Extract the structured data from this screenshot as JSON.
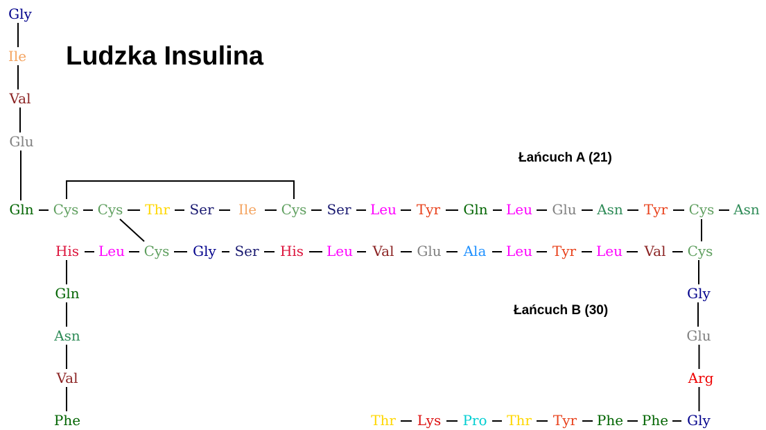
{
  "title": "Ludzka Insulina",
  "chain_a_label": "Łańcuch A (21)",
  "chain_b_label": "Łańcuch B (30)",
  "colors": {
    "Gly": "#00008b",
    "Ile": "#f4a460",
    "Val": "#8b2323",
    "Glu": "#808080",
    "Gln": "#006400",
    "Cys": "#5f9f5f",
    "Thr": "#ffd700",
    "Ser": "#191970",
    "Leu": "#ff00ff",
    "Tyr": "#e8401a",
    "Asn": "#2e8b57",
    "His": "#dc143c",
    "Ala": "#1e90ff",
    "Arg": "#ee0000",
    "Lys": "#dd1111",
    "Pro": "#00ced1",
    "Phe": "#006400"
  },
  "chain_a": [
    "Gly",
    "Ile",
    "Val",
    "Glu",
    "Gln",
    "Cys",
    "Cys",
    "Thr",
    "Ser",
    "Ile",
    "Cys",
    "Ser",
    "Leu",
    "Tyr",
    "Gln",
    "Leu",
    "Glu",
    "Asn",
    "Tyr",
    "Cys",
    "Asn"
  ],
  "chain_b": [
    "Phe",
    "Val",
    "Asn",
    "Gln",
    "His",
    "Leu",
    "Cys",
    "Gly",
    "Ser",
    "His",
    "Leu",
    "Val",
    "Glu",
    "Ala",
    "Leu",
    "Tyr",
    "Leu",
    "Val",
    "Cys",
    "Gly",
    "Glu",
    "Arg",
    "Gly",
    "Phe",
    "Phe",
    "Tyr",
    "Thr",
    "Pro",
    "Lys",
    "Thr"
  ]
}
